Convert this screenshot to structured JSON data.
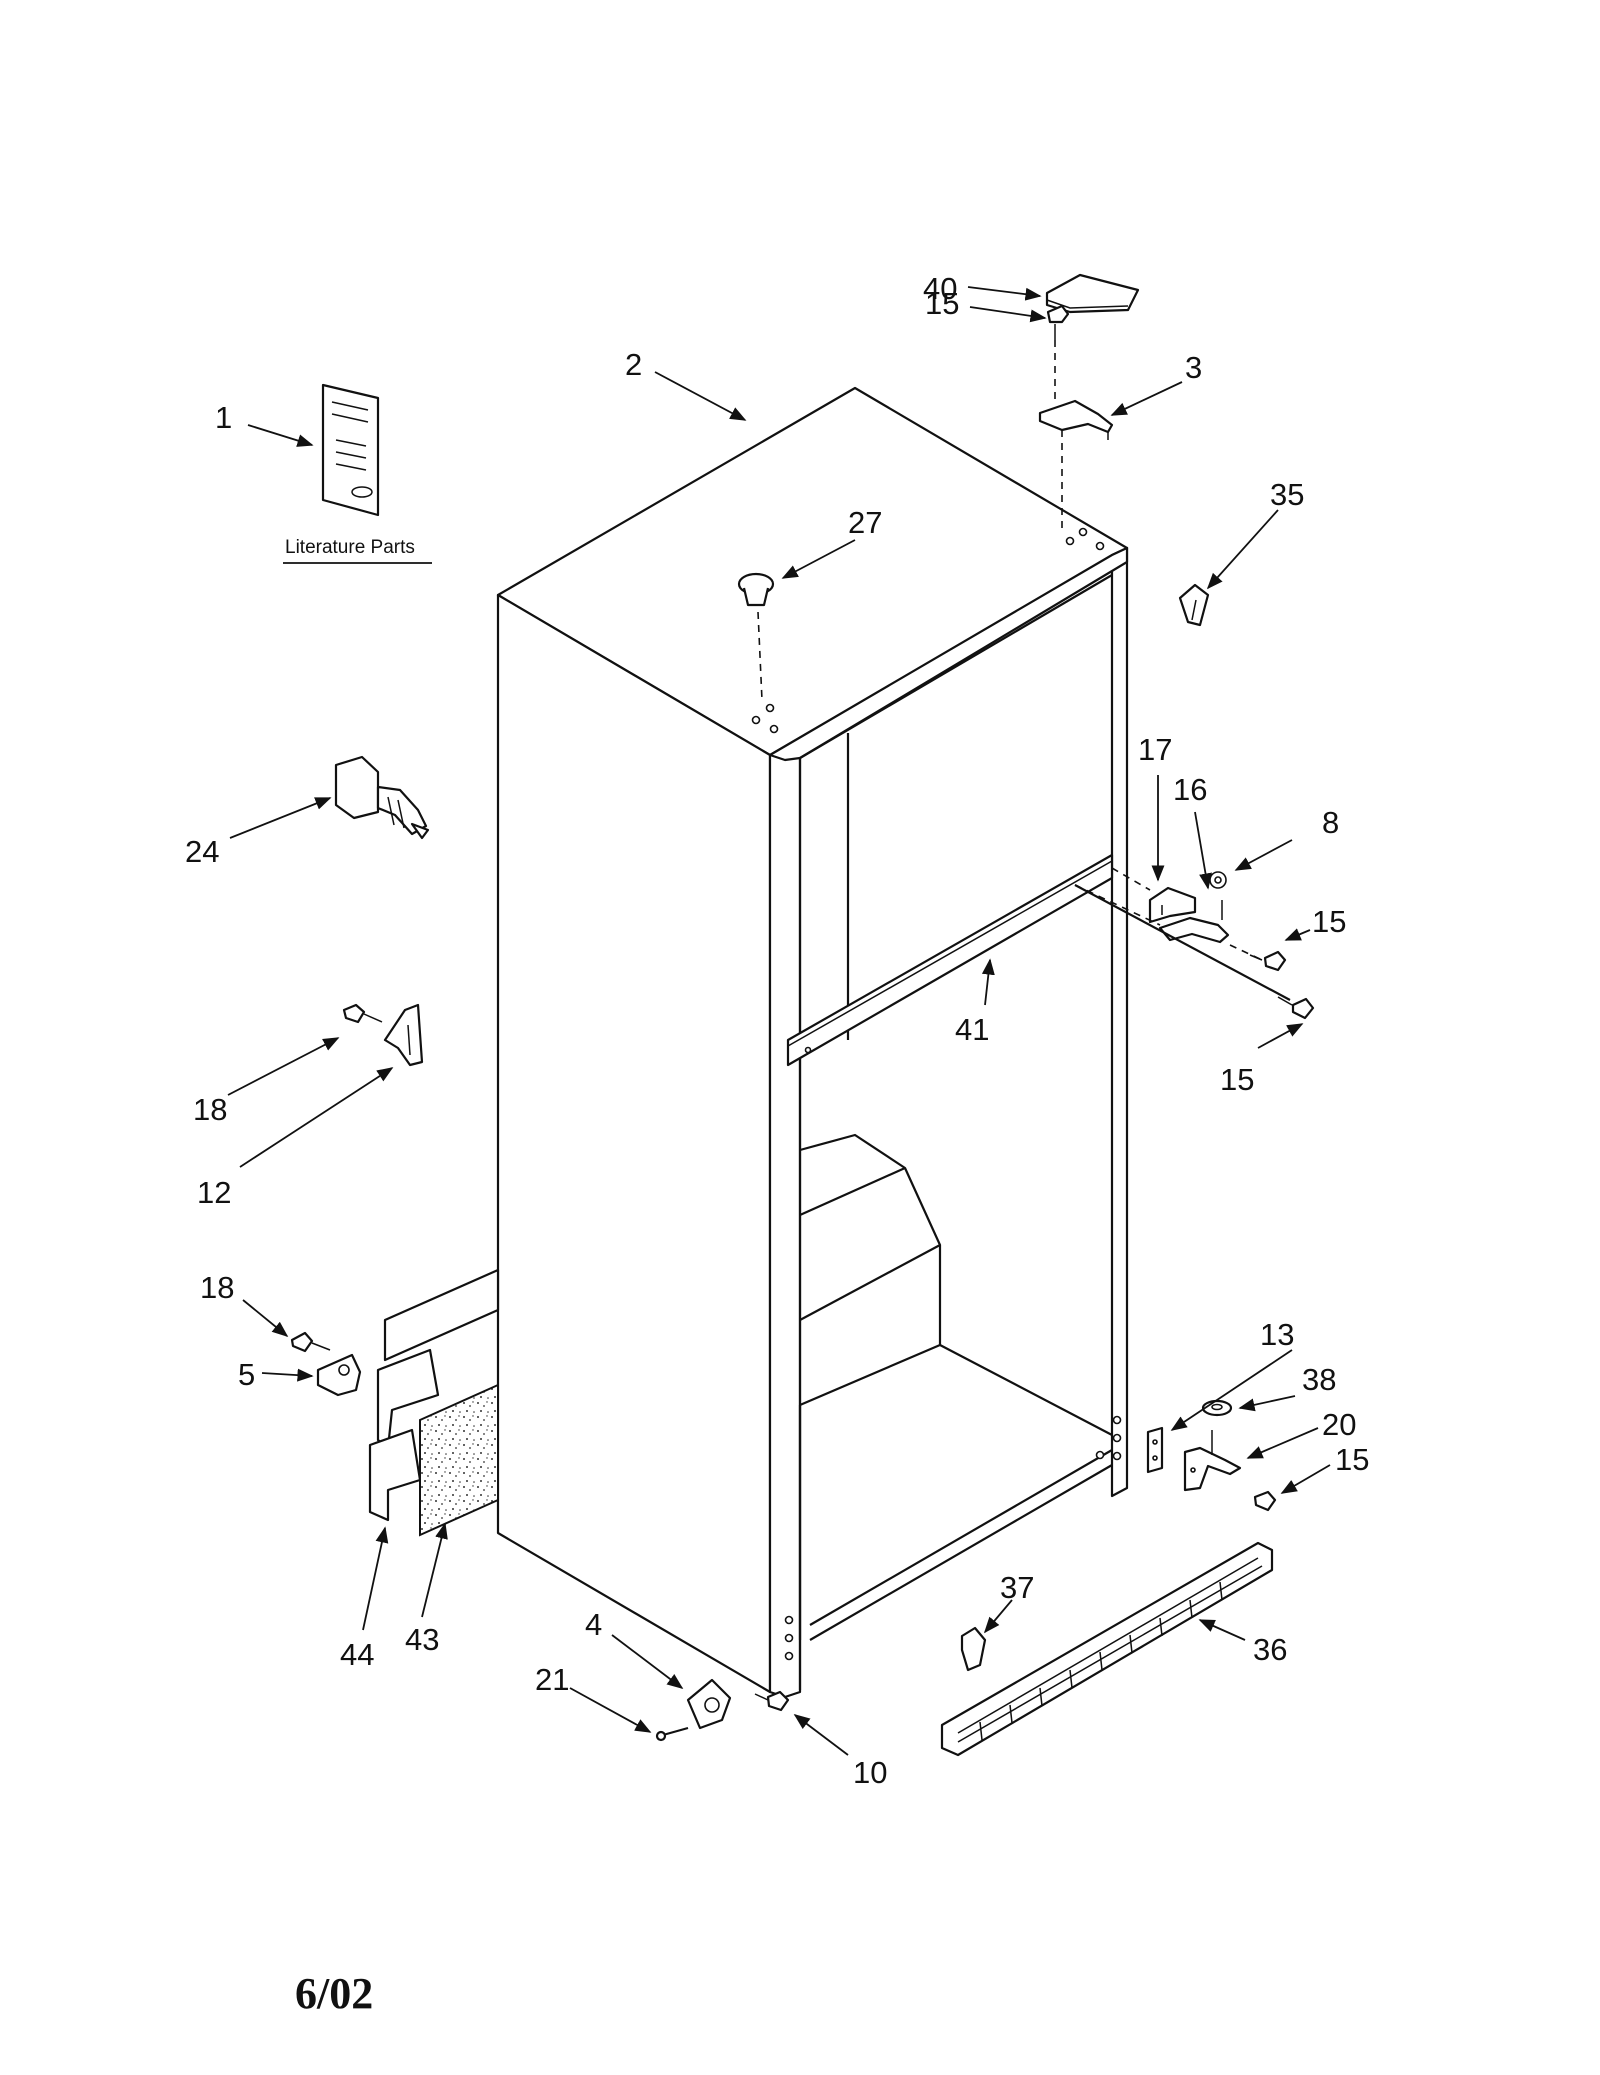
{
  "literature": {
    "caption": "Literature Parts"
  },
  "date_code": "6/02",
  "callouts": [
    {
      "id": "c1",
      "text": "1"
    },
    {
      "id": "c2",
      "text": "2"
    },
    {
      "id": "c3",
      "text": "3"
    },
    {
      "id": "c40",
      "text": "40"
    },
    {
      "id": "c15a",
      "text": "15"
    },
    {
      "id": "c35",
      "text": "35"
    },
    {
      "id": "c27",
      "text": "27"
    },
    {
      "id": "c24",
      "text": "24"
    },
    {
      "id": "c17",
      "text": "17"
    },
    {
      "id": "c16",
      "text": "16"
    },
    {
      "id": "c8",
      "text": "8"
    },
    {
      "id": "c15b",
      "text": "15"
    },
    {
      "id": "c41",
      "text": "41"
    },
    {
      "id": "c15c",
      "text": "15"
    },
    {
      "id": "c18a",
      "text": "18"
    },
    {
      "id": "c12",
      "text": "12"
    },
    {
      "id": "c18b",
      "text": "18"
    },
    {
      "id": "c5",
      "text": "5"
    },
    {
      "id": "c13",
      "text": "13"
    },
    {
      "id": "c38",
      "text": "38"
    },
    {
      "id": "c20",
      "text": "20"
    },
    {
      "id": "c15d",
      "text": "15"
    },
    {
      "id": "c44",
      "text": "44"
    },
    {
      "id": "c43",
      "text": "43"
    },
    {
      "id": "c4",
      "text": "4"
    },
    {
      "id": "c37",
      "text": "37"
    },
    {
      "id": "c36",
      "text": "36"
    },
    {
      "id": "c21",
      "text": "21"
    },
    {
      "id": "c10",
      "text": "10"
    }
  ]
}
